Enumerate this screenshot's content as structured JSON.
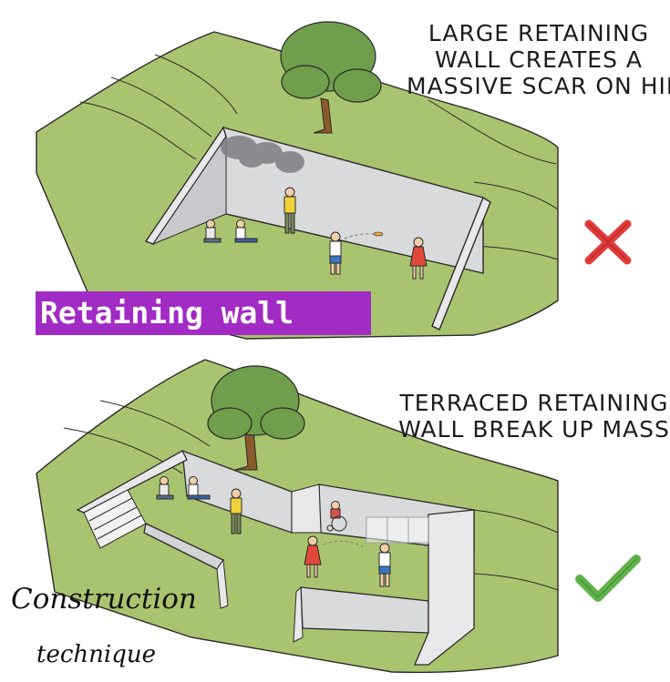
{
  "top_caption": [
    "LARGE RETAINING",
    "WALL CREATES A",
    "MASSIVE SCAR ON HILL"
  ],
  "bottom_caption": [
    "TERRACED RETAINING",
    "WALL BREAK UP MASS"
  ],
  "banner_label": "Retaining wall",
  "watermark": [
    "Construction",
    "technique"
  ],
  "icons": {
    "bad": "red-cross-icon",
    "good": "green-check-icon"
  },
  "colors": {
    "grass": "#a9c46e",
    "wall": "#d9dadc",
    "banner": "#a12bc4",
    "cross": "#e23a3a",
    "check": "#5fb14a",
    "tree": "#6f9e4c"
  }
}
